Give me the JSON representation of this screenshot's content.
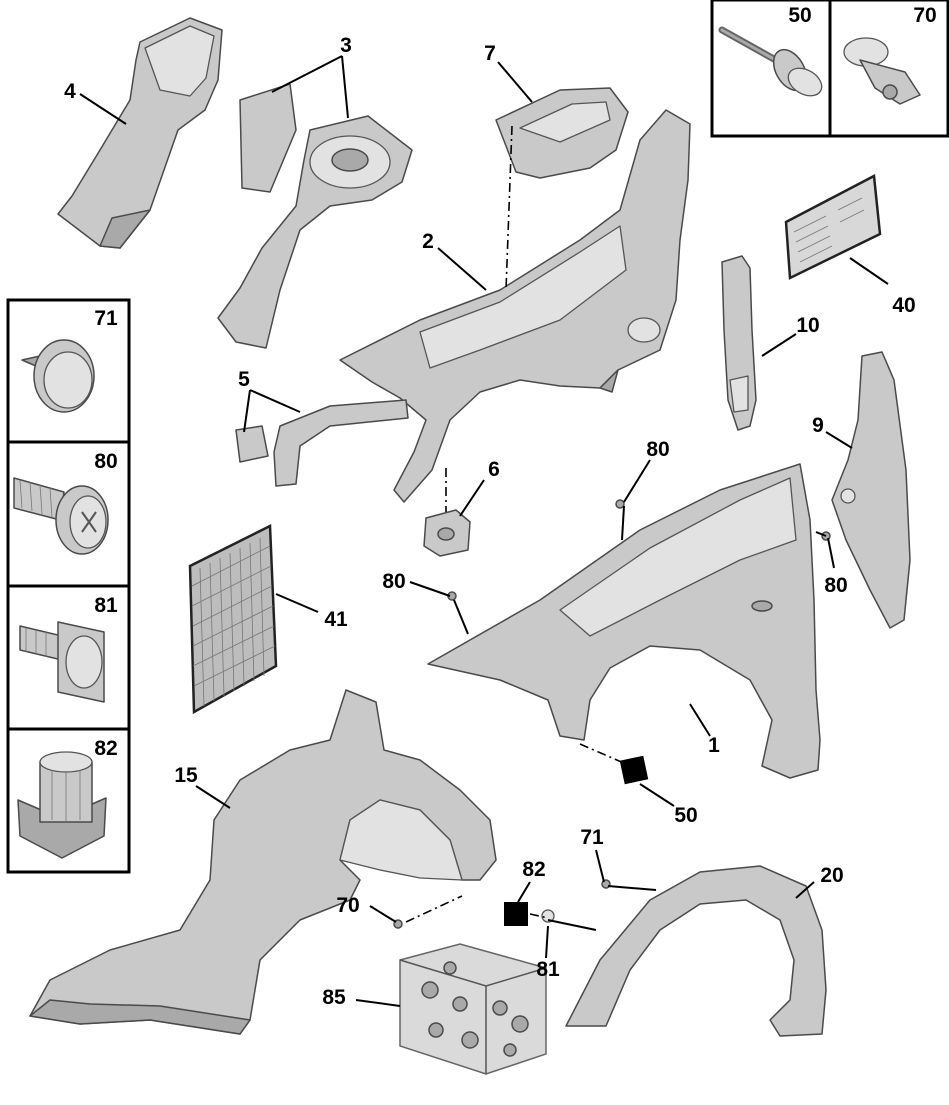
{
  "callouts": {
    "c1": "1",
    "c2": "2",
    "c3": "3",
    "c4": "4",
    "c5": "5",
    "c6": "6",
    "c7": "7",
    "c9": "9",
    "c10": "10",
    "c15": "15",
    "c20": "20",
    "c40": "40",
    "c41": "41",
    "c50a": "50",
    "c70a": "70",
    "c71a": "71",
    "c80a": "80",
    "c80b": "80",
    "c80c": "80",
    "c81a": "81",
    "c82a": "82",
    "c85": "85"
  },
  "legend_top": {
    "item1": "50",
    "item2": "70"
  },
  "legend_left": {
    "item1": "71",
    "item2": "80",
    "item3": "81",
    "item4": "82"
  },
  "colors": {
    "part_fill": "#c9c9c9",
    "outline": "#4a4a4a",
    "marker": "#000000"
  }
}
